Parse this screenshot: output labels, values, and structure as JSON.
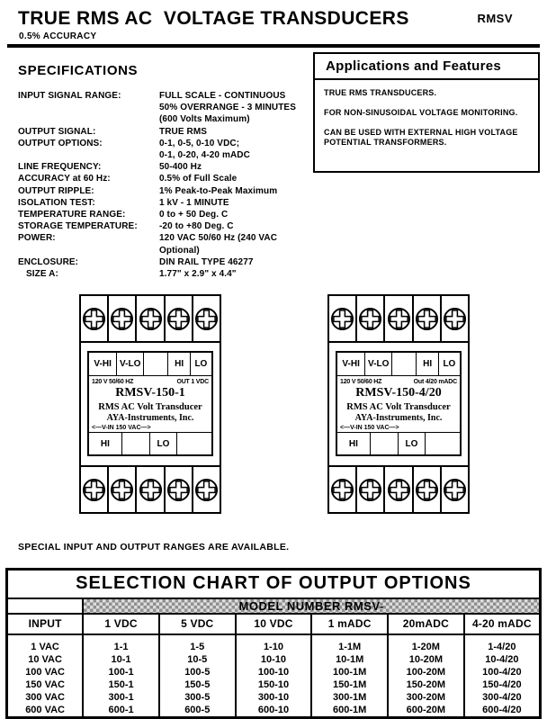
{
  "header": {
    "title": "TRUE RMS AC  VOLTAGE TRANSDUCERS",
    "model_code": "RMSV",
    "accuracy": "0.5% ACCURACY"
  },
  "specifications": {
    "heading": "SPECIFICATIONS",
    "lines": [
      {
        "label": "INPUT SIGNAL RANGE:",
        "value": "FULL SCALE - CONTINUOUS"
      },
      {
        "label": "",
        "value": "50% OVERRANGE - 3 MINUTES"
      },
      {
        "label": "",
        "value": "(600 Volts Maximum)"
      },
      {
        "label": "OUTPUT SIGNAL:",
        "value": "TRUE RMS"
      },
      {
        "label": "OUTPUT OPTIONS:",
        "value": "0-1, 0-5, 0-10 VDC;"
      },
      {
        "label": "",
        "value": "0-1, 0-20, 4-20 mADC"
      },
      {
        "label": "LINE FREQUENCY:",
        "value": "50-400 Hz"
      },
      {
        "label": "ACCURACY at 60 Hz:",
        "value": "0.5% of Full Scale"
      },
      {
        "label": "OUTPUT RIPPLE:",
        "value": "1% Peak-to-Peak Maximum"
      },
      {
        "label": "ISOLATION TEST:",
        "value": "1 kV - 1 MINUTE"
      },
      {
        "label": "TEMPERATURE RANGE:",
        "value": "0 to + 50 Deg. C"
      },
      {
        "label": "STORAGE TEMPERATURE:",
        "value": "-20 to +80 Deg. C"
      },
      {
        "label": "POWER:",
        "value": "120 VAC 50/60 Hz (240 VAC Optional)"
      },
      {
        "label": "ENCLOSURE:",
        "value": "DIN RAIL TYPE 46277"
      },
      {
        "label": "SIZE A:",
        "value": "1.77\" x 2.9\" x 4.4\"",
        "indent": true
      }
    ]
  },
  "applications": {
    "heading": "Applications and Features",
    "items": [
      "TRUE RMS TRANSDUCERS.",
      "FOR NON-SINUSOIDAL VOLTAGE MONITORING.",
      "CAN BE USED WITH EXTERNAL HIGH VOLTAGE POTENTIAL TRANSFORMERS."
    ]
  },
  "devices": [
    {
      "terminal_icon": "phillips-screw-icon",
      "top_terminals": [
        "V-HI",
        "V-LO",
        "",
        "HI",
        "LO"
      ],
      "input_rating": "120 V 50/60 HZ",
      "output_rating": "OUT 1 VDC",
      "model": "RMSV-150-1",
      "product": "RMS AC Volt Transducer",
      "company": "AYA-Instruments, Inc.",
      "range_note": "<—V-IN 150 VAC—>",
      "bottom_terminals": [
        "HI",
        "",
        "LO",
        ""
      ]
    },
    {
      "terminal_icon": "phillips-screw-icon",
      "top_terminals": [
        "V-HI",
        "V-LO",
        "",
        "HI",
        "LO"
      ],
      "input_rating": "120 V 50/60 HZ",
      "output_rating": "Out 4/20 mADC",
      "model": "RMSV-150-4/20",
      "product": "RMS AC Volt Transducer",
      "company": "AYA-Instruments, Inc.",
      "range_note": "<—V-IN 150 VAC—>",
      "bottom_terminals": [
        "HI",
        "",
        "LO",
        ""
      ]
    }
  ],
  "special_note": "SPECIAL INPUT AND OUTPUT RANGES ARE AVAILABLE.",
  "selection_chart": {
    "title": "SELECTION  CHART OF OUTPUT OPTIONS",
    "model_row_label": "MODEL NUMBER RMSV-",
    "columns": [
      "INPUT",
      "1 VDC",
      "5 VDC",
      "10 VDC",
      "1 mADC",
      "20mADC",
      "4-20 mADC"
    ],
    "rows": [
      [
        "1 VAC",
        "1-1",
        "1-5",
        "1-10",
        "1-1M",
        "1-20M",
        "1-4/20"
      ],
      [
        "10 VAC",
        "10-1",
        "10-5",
        "10-10",
        "10-1M",
        "10-20M",
        "10-4/20"
      ],
      [
        "100 VAC",
        "100-1",
        "100-5",
        "100-10",
        "100-1M",
        "100-20M",
        "100-4/20"
      ],
      [
        "150 VAC",
        "150-1",
        "150-5",
        "150-10",
        "150-1M",
        "150-20M",
        "150-4/20"
      ],
      [
        "300 VAC",
        "300-1",
        "300-5",
        "300-10",
        "300-1M",
        "300-20M",
        "300-4/20"
      ],
      [
        "600 VAC",
        "600-1",
        "600-5",
        "600-10",
        "600-1M",
        "600-20M",
        "600-4/20"
      ]
    ]
  }
}
